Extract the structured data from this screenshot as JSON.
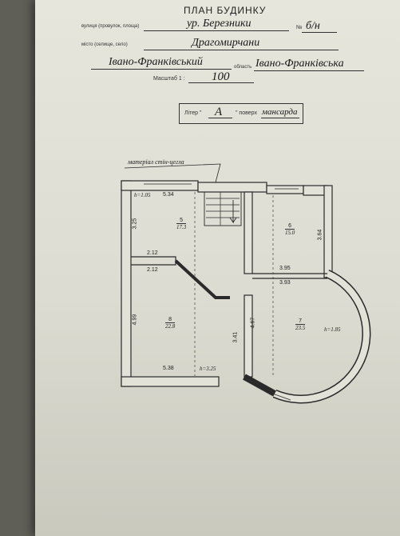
{
  "header": {
    "title": "ПЛАН БУДИНКУ",
    "street_label": "вулиця (провулок, площа)",
    "street_value": "ур. Березники",
    "number_label": "№",
    "number_value": "б/н",
    "city_label": "місто (селище, село)",
    "city_value": "Драгомирчани",
    "district_value": "Івано-Франківський",
    "region_label": "область",
    "region_value": "Івано-Франківська",
    "scale_label": "Масштаб 1 :",
    "scale_value": "100"
  },
  "litera": {
    "label": "Літер \"",
    "value": "А",
    "floor_label": "\" поверх",
    "floor_value": "мансарда"
  },
  "plan": {
    "wall_material": "матеріал стін-цегла",
    "rooms": [
      {
        "id": "5",
        "area": "17.3"
      },
      {
        "id": "6",
        "area": "15.0"
      },
      {
        "id": "8",
        "area": "22.8"
      },
      {
        "id": "7",
        "area": "23.5"
      }
    ],
    "heights": {
      "h_top_left": "h=1.05",
      "h_bottom": "h=3.25",
      "h_right": "h=1.85"
    },
    "dimensions": {
      "d_534": "5.34",
      "d_325": "3.25",
      "d_212a": "2.12",
      "d_212b": "2.12",
      "d_499": "4.99",
      "d_538": "5.38",
      "d_341": "3.41",
      "d_467": "4.67",
      "d_395": "3.95",
      "d_393": "3.93",
      "d_364": "3.64"
    }
  }
}
